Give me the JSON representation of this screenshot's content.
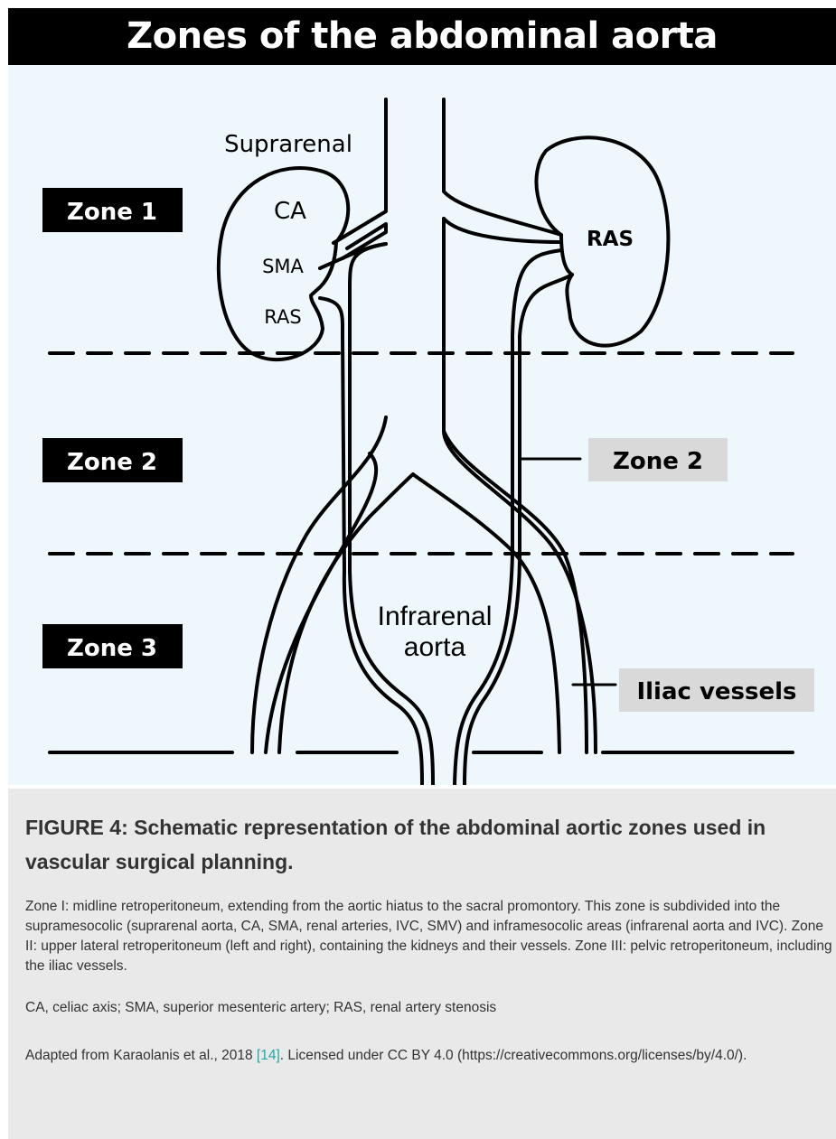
{
  "title": "Zones of the abdominal aorta",
  "diagram": {
    "labels": {
      "suprarenal": "Suprarenal",
      "ca": "CA",
      "sma": "SMA",
      "ras_left": "RAS",
      "ras_right": "RAS",
      "infrarenal_line1": "Infrarenal",
      "infrarenal_line2": "aorta",
      "zone2_right": "Zone 2",
      "iliac": "Iliac vessels"
    },
    "zones": [
      {
        "label": "Zone 1"
      },
      {
        "label": "Zone 2"
      },
      {
        "label": "Zone 3"
      }
    ],
    "colors": {
      "background": "#eef7fb",
      "label_black": "#000000",
      "label_gray": "#d9d9d9",
      "stroke": "#000000"
    }
  },
  "caption": {
    "title": "FIGURE 4: Schematic representation of the abdominal aortic zones used in vascular surgical planning.",
    "body": "Zone I: midline retroperitoneum, extending from the aortic hiatus to the sacral promontory. This zone is subdivided into the supramesocolic (suprarenal aorta, CA, SMA, renal arteries, IVC, SMV) and inframesocolic areas (infrarenal aorta and IVC). Zone II: upper lateral retroperitoneum (left and right), containing the kidneys and their vessels. Zone III: pelvic retroperitoneum, including the iliac vessels.",
    "abbreviations": "CA, celiac axis; SMA, superior mesenteric artery; RAS, renal artery stenosis",
    "source_prefix": "Adapted from Karaolanis et al., 2018 ",
    "source_citation": "[14]",
    "source_suffix": ". Licensed under CC BY 4.0 (https://creativecommons.org/licenses/by/4.0/)."
  }
}
